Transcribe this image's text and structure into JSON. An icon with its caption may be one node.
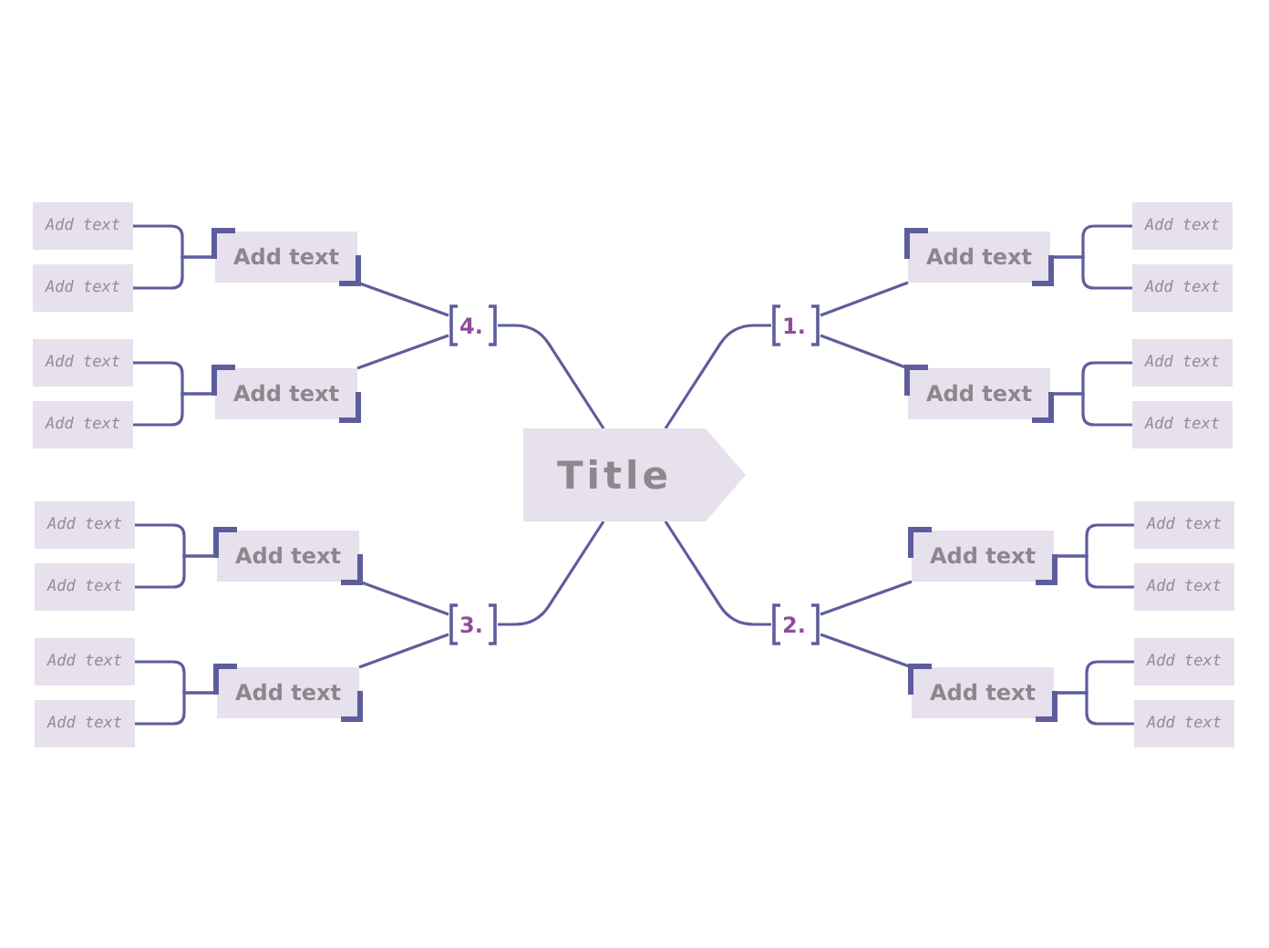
{
  "diagram": {
    "nodes": [
      {
        "text": [
          "Title"
        ]
      },
      {
        "text": [
          "1."
        ]
      },
      {
        "text": [
          "Add text"
        ]
      },
      {
        "text": [
          "Add text"
        ]
      },
      {
        "text": [
          "Add text"
        ]
      },
      {
        "text": [
          "Add text"
        ]
      },
      {
        "text": [
          "Add text"
        ]
      },
      {
        "text": [
          "Add text"
        ]
      },
      {
        "text": [
          "2."
        ]
      },
      {
        "text": [
          "Add text"
        ]
      },
      {
        "text": [
          "Add text"
        ]
      },
      {
        "text": [
          "Add text"
        ]
      },
      {
        "text": [
          "Add text"
        ]
      },
      {
        "text": [
          "Add text"
        ]
      },
      {
        "text": [
          "Add text"
        ]
      },
      {
        "text": [
          "3."
        ]
      },
      {
        "text": [
          "Add text"
        ]
      },
      {
        "text": [
          "Add text"
        ]
      },
      {
        "text": [
          "Add text"
        ]
      },
      {
        "text": [
          "Add text"
        ]
      },
      {
        "text": [
          "Add text"
        ]
      },
      {
        "text": [
          "Add text"
        ]
      },
      {
        "text": [
          "4."
        ]
      },
      {
        "text": [
          "Add text"
        ]
      },
      {
        "text": [
          "Add text"
        ]
      },
      {
        "text": [
          "Add text"
        ]
      },
      {
        "text": [
          "Add text"
        ]
      },
      {
        "text": [
          "Add text"
        ]
      },
      {
        "text": [
          "Add text"
        ]
      }
    ],
    "edges": [
      {
        "from": 0,
        "to": 1,
        "arrow": "none"
      },
      {
        "from": 1,
        "to": 2,
        "arrow": "none"
      },
      {
        "from": 2,
        "to": 3,
        "arrow": "none"
      },
      {
        "from": 2,
        "to": 4,
        "arrow": "none"
      },
      {
        "from": 1,
        "to": 5,
        "arrow": "none"
      },
      {
        "from": 5,
        "to": 6,
        "arrow": "none"
      },
      {
        "from": 5,
        "to": 7,
        "arrow": "none"
      },
      {
        "from": 0,
        "to": 8,
        "arrow": "none"
      },
      {
        "from": 8,
        "to": 9,
        "arrow": "none"
      },
      {
        "from": 9,
        "to": 10,
        "arrow": "none"
      },
      {
        "from": 9,
        "to": 11,
        "arrow": "none"
      },
      {
        "from": 8,
        "to": 12,
        "arrow": "none"
      },
      {
        "from": 12,
        "to": 13,
        "arrow": "none"
      },
      {
        "from": 12,
        "to": 14,
        "arrow": "none"
      },
      {
        "from": 0,
        "to": 15,
        "arrow": "none"
      },
      {
        "from": 15,
        "to": 16,
        "arrow": "none"
      },
      {
        "from": 16,
        "to": 17,
        "arrow": "none"
      },
      {
        "from": 16,
        "to": 18,
        "arrow": "none"
      },
      {
        "from": 15,
        "to": 19,
        "arrow": "none"
      },
      {
        "from": 19,
        "to": 20,
        "arrow": "none"
      },
      {
        "from": 19,
        "to": 21,
        "arrow": "none"
      },
      {
        "from": 0,
        "to": 22,
        "arrow": "none"
      },
      {
        "from": 22,
        "to": 23,
        "arrow": "none"
      },
      {
        "from": 23,
        "to": 24,
        "arrow": "none"
      },
      {
        "from": 23,
        "to": 25,
        "arrow": "none"
      },
      {
        "from": 22,
        "to": 26,
        "arrow": "none"
      },
      {
        "from": 26,
        "to": 27,
        "arrow": "none"
      },
      {
        "from": 26,
        "to": 28,
        "arrow": "none"
      }
    ]
  }
}
